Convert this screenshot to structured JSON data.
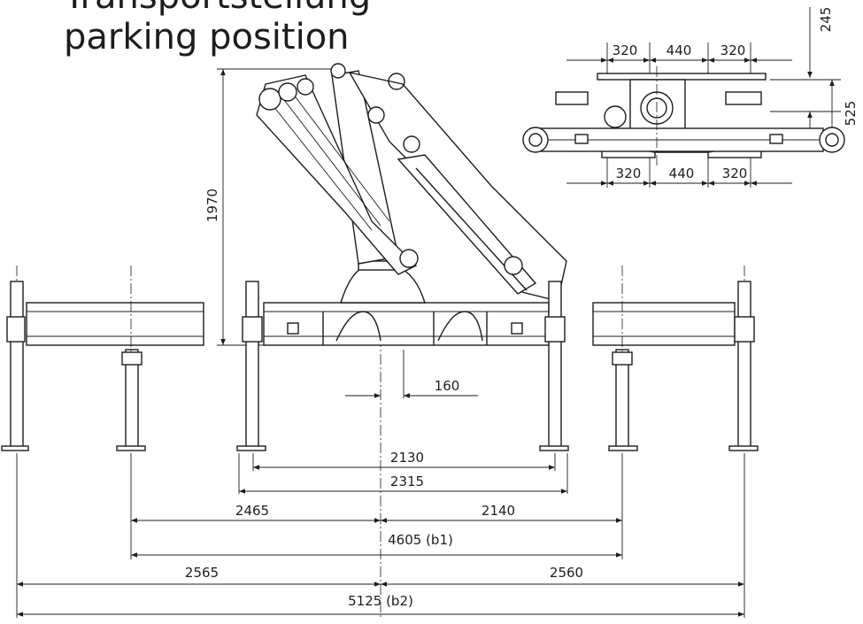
{
  "title": {
    "line1": "Transportstellung",
    "line2": "parking position"
  },
  "top_view": {
    "top": [
      "320",
      "440",
      "320"
    ],
    "bottom": [
      "320",
      "440",
      "320"
    ],
    "height_top": "245",
    "height_right": "525"
  },
  "side": {
    "height": "1970",
    "offset": "160"
  },
  "widths": {
    "inner_1": "2130",
    "inner_2": "2315",
    "left_mid": "2465",
    "right_mid": "2140",
    "b1": "4605 (b1)",
    "left_outer": "2565",
    "right_outer": "2560",
    "b2": "5125 (b2)"
  },
  "colors": {
    "line": "#1d1d1b",
    "background": "#ffffff"
  }
}
